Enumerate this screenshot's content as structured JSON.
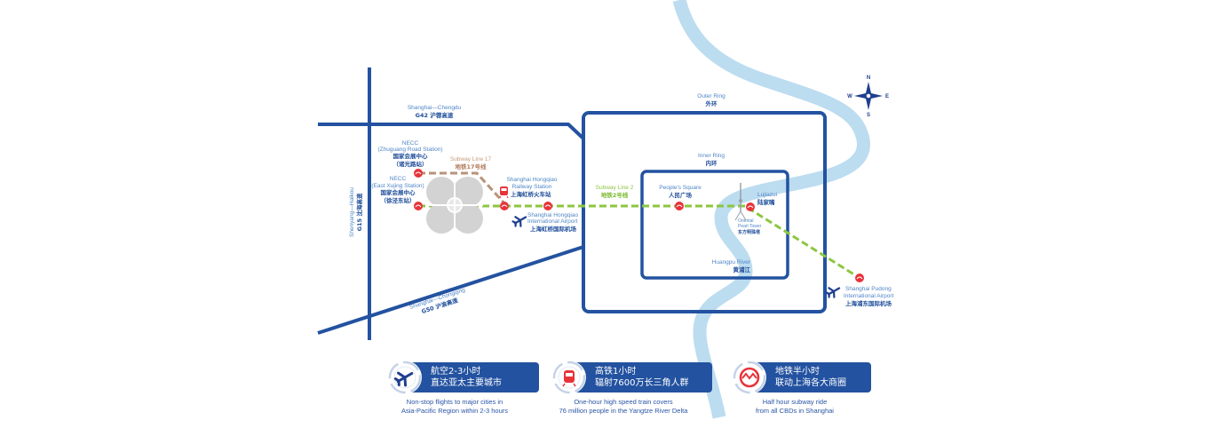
{
  "colors": {
    "road": "#2352a0",
    "river": "#bcdcf0",
    "subway_line_2": "#8cc63f",
    "subway_line_17": "#b8937a",
    "station_red": "#e8333a",
    "label_blue": "#4f86c6",
    "label_dark_blue": "#1f4e9a"
  },
  "compass": {
    "n": "N",
    "s": "S",
    "e": "E",
    "w": "W"
  },
  "roads": {
    "g42": {
      "en": "Shanghai—Chengdu",
      "cn": "G42 沪蓉高速"
    },
    "g50": {
      "en": "Shanghai—Chongqing",
      "cn": "G50 沪渝高速"
    },
    "g15": {
      "en": "Shenyang—Haikou",
      "cn": "G15 沈海高速"
    },
    "outer_ring": {
      "en": "Outer Ring",
      "cn": "外环"
    },
    "inner_ring": {
      "en": "Inner Ring",
      "cn": "内环"
    }
  },
  "subway_lines": {
    "line17": {
      "en": "Subway Line 17",
      "cn": "地铁17号线"
    },
    "line2": {
      "en": "Subway Line 2",
      "cn": "地铁2号线"
    }
  },
  "places": {
    "necc_zhuguang": {
      "en1": "NECC",
      "en2": "(Zhuguang Road Station)",
      "cn1": "国家会展中心",
      "cn2": "（诸光路站）"
    },
    "necc_xujing": {
      "en1": "NECC",
      "en2": "(East Xujing Station)",
      "cn1": "国家会展中心",
      "cn2": "（徐泾东站）"
    },
    "hongqiao_railway": {
      "en1": "Shanghai Hongqiao",
      "en2": "Railway Station",
      "cn": "上海虹桥火车站"
    },
    "hongqiao_airport": {
      "en1": "Shanghai Hongqiao",
      "en2": "International Airport",
      "cn": "上海虹桥国际机场"
    },
    "peoples_square": {
      "en": "People's Square",
      "cn": "人民广场"
    },
    "lujiazui": {
      "en": "Lujiazui",
      "cn": "陆家嘴"
    },
    "pearl_tower": {
      "en1": "Oriental",
      "en2": "Pearl Tower",
      "cn": "东方明珠塔"
    },
    "huangpu_river": {
      "en": "Huangpu River",
      "cn": "黄浦江"
    },
    "pudong_airport": {
      "en1": "Shanghai Pudong",
      "en2": "International Airport",
      "cn": "上海浦东国际机场"
    }
  },
  "features": [
    {
      "icon": "airplane-icon",
      "title": "航空2-3小时",
      "subtitle": "直达亚太主要城市",
      "desc1": "Non-stop flights to major cities in",
      "desc2": "Asia-Pacific Region within 2-3 hours"
    },
    {
      "icon": "train-icon",
      "title": "高铁1小时",
      "subtitle": "辐射7600万长三角人群",
      "desc1": "One-hour high speed train covers",
      "desc2": "76 million people in the Yangtze River Delta"
    },
    {
      "icon": "metro-icon",
      "title": "地铁半小时",
      "subtitle": "联动上海各大商圈",
      "desc1": "Half hour subway ride",
      "desc2": "from all CBDs in Shanghai"
    }
  ]
}
